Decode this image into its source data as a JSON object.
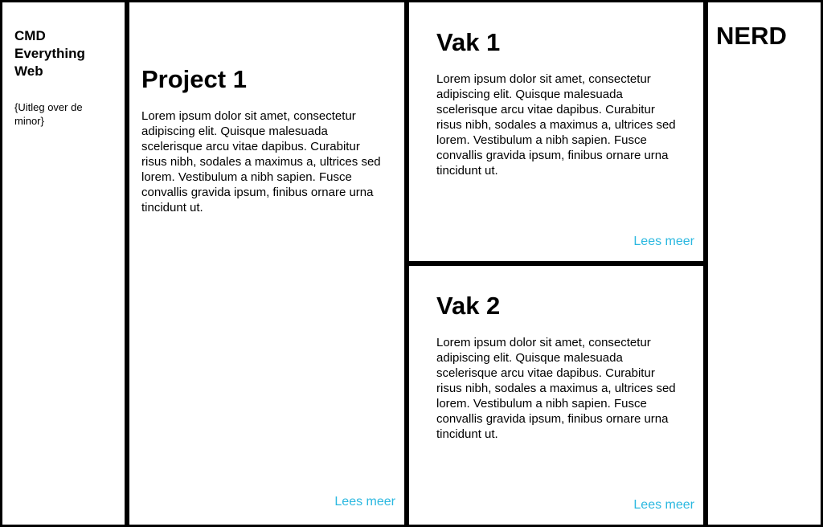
{
  "sidebar": {
    "title": "CMD Everything Web",
    "description": "{Uitleg over de minor}"
  },
  "project": {
    "title": "Project 1",
    "body": "Lorem ipsum dolor sit amet, consectetur adipiscing elit. Quisque malesuada scelerisque arcu vitae dapibus. Curabitur risus nibh, sodales a maximus a, ultrices sed lorem. Vestibulum a nibh sapien. Fusce convallis gravida ipsum, finibus ornare urna tincidunt ut.",
    "link_label": "Lees meer"
  },
  "vak1": {
    "title": "Vak 1",
    "body": "Lorem ipsum dolor sit amet, consectetur adipiscing elit. Quisque malesuada scelerisque arcu vitae dapibus. Curabitur risus nibh, sodales a maximus a, ultrices sed lorem. Vestibulum a nibh sapien. Fusce convallis gravida ipsum, finibus ornare urna tincidunt ut.",
    "link_label": "Lees meer"
  },
  "vak2": {
    "title": "Vak 2",
    "body": "Lorem ipsum dolor sit amet, consectetur adipiscing elit. Quisque malesuada scelerisque arcu vitae dapibus. Curabitur risus nibh, sodales a maximus a, ultrices sed lorem. Vestibulum a nibh sapien. Fusce convallis gravida ipsum, finibus ornare urna tincidunt ut.",
    "link_label": "Lees meer"
  },
  "nerd": {
    "title": "NERD"
  },
  "colors": {
    "border": "#000000",
    "background": "#ffffff",
    "link": "#2bb8e0"
  }
}
